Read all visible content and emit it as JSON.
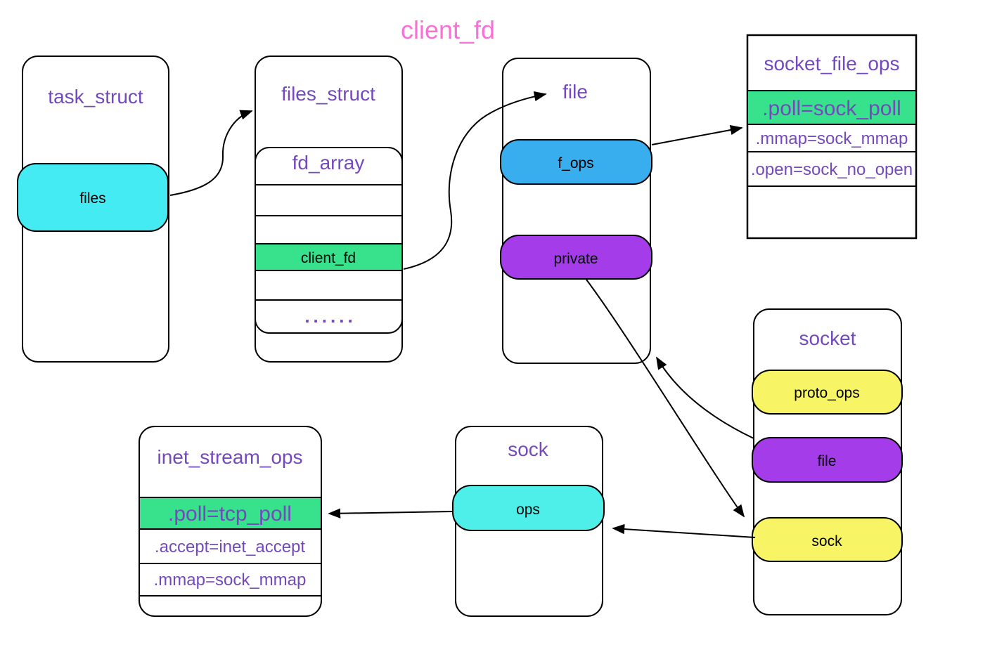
{
  "diagram_title": "client_fd",
  "colors": {
    "pink": "#f870d8",
    "text_purple": "#7349bd",
    "green": "#38e28c",
    "cyan": "#45ebf2",
    "cyan2": "#4fefe9",
    "blue": "#38aeef",
    "field_purple": "#a43cea",
    "yellow": "#f7f566"
  },
  "task_struct": {
    "title": "task_struct",
    "files": "files"
  },
  "files_struct": {
    "title": "files_struct",
    "fd_array": "fd_array",
    "client_fd": "client_fd",
    "ellipsis": "......"
  },
  "file": {
    "title": "file",
    "f_ops": "f_ops",
    "private": "private"
  },
  "socket_file_ops": {
    "title": "socket_file_ops",
    "rows": [
      ".poll=sock_poll",
      ".mmap=sock_mmap",
      ".open=sock_no_open"
    ]
  },
  "socket": {
    "title": "socket",
    "proto_ops": "proto_ops",
    "file": "file",
    "sock": "sock"
  },
  "sock": {
    "title": "sock",
    "ops": "ops"
  },
  "inet_stream_ops": {
    "title": "inet_stream_ops",
    "rows": [
      ".poll=tcp_poll",
      ".accept=inet_accept",
      ".mmap=sock_mmap"
    ]
  },
  "connections": [
    {
      "from": "task_struct.files",
      "to": "files_struct"
    },
    {
      "from": "files_struct.client_fd",
      "to": "file"
    },
    {
      "from": "file.f_ops",
      "to": "socket_file_ops..poll=sock_poll"
    },
    {
      "from": "socket.file",
      "to": "file"
    },
    {
      "from": "file.private",
      "to": "socket.sock"
    },
    {
      "from": "socket.sock",
      "to": "sock.ops"
    },
    {
      "from": "sock.ops",
      "to": "inet_stream_ops..poll=tcp_poll"
    }
  ]
}
